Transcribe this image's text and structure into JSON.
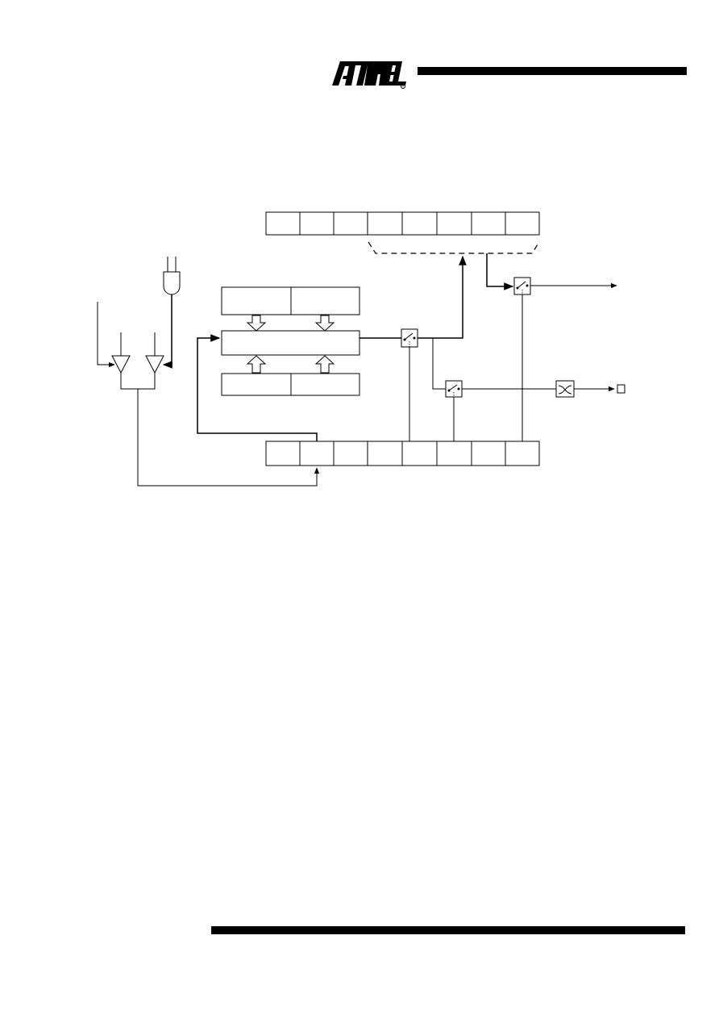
{
  "document": {
    "brand": "ATMEL",
    "registered_mark": "®"
  },
  "diagram": {
    "top_register_cells": 8,
    "bottom_register_cells": 8,
    "colors": {
      "line": "#000000",
      "background": "#ffffff"
    }
  }
}
